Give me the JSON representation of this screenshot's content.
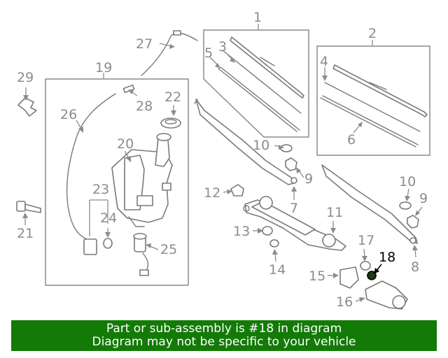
{
  "diagram": {
    "highlight_color": "#000000",
    "callout_color": "#8c8c8c",
    "highlighted_part": "18",
    "labels": {
      "p1": "1",
      "p2": "2",
      "p3": "3",
      "p4": "4",
      "p5": "5",
      "p6": "6",
      "p7": "7",
      "p8": "8",
      "p9a": "9",
      "p9b": "9",
      "p10a": "10",
      "p10b": "10",
      "p11": "11",
      "p12": "12",
      "p13": "13",
      "p14": "14",
      "p15": "15",
      "p16": "16",
      "p17": "17",
      "p18": "18",
      "p19": "19",
      "p20": "20",
      "p21": "21",
      "p22": "22",
      "p23": "23",
      "p24": "24",
      "p25": "25",
      "p26": "26",
      "p27": "27",
      "p28": "28",
      "p29": "29"
    }
  },
  "footer": {
    "background": "#137a07",
    "line1": "Part or sub-assembly is #18 in diagram",
    "line2": "Diagram may not be specific to your vehicle"
  }
}
